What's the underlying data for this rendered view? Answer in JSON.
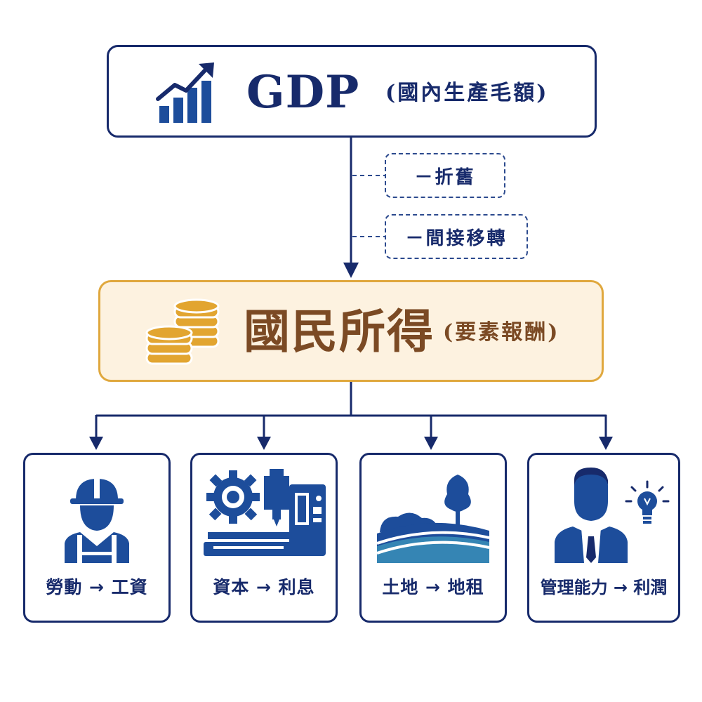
{
  "gdp": {
    "title": "GDP",
    "subtitle": "(國內生產毛額)",
    "icon": "bar-chart-growth-icon"
  },
  "deductions": [
    {
      "label": "－折舊"
    },
    {
      "label": "－間接移轉"
    }
  ],
  "national_income": {
    "title": "國民所得",
    "subtitle": "(要素報酬)",
    "icon": "coin-stack-icon"
  },
  "factors": [
    {
      "label": "勞動 → 工資",
      "icon": "worker-icon"
    },
    {
      "label": "資本 → 利息",
      "icon": "machine-gear-icon"
    },
    {
      "label": "土地 → 地租",
      "icon": "landscape-icon"
    },
    {
      "label": "管理能力 → 利潤",
      "icon": "businessman-idea-icon"
    }
  ],
  "colors": {
    "navy": "#172a6b",
    "blue": "#1d4d9b",
    "gold": "#e0a83e",
    "gold_fill": "#fdf2e0",
    "brown": "#7b4a24",
    "teal": "#3a8fb8"
  }
}
